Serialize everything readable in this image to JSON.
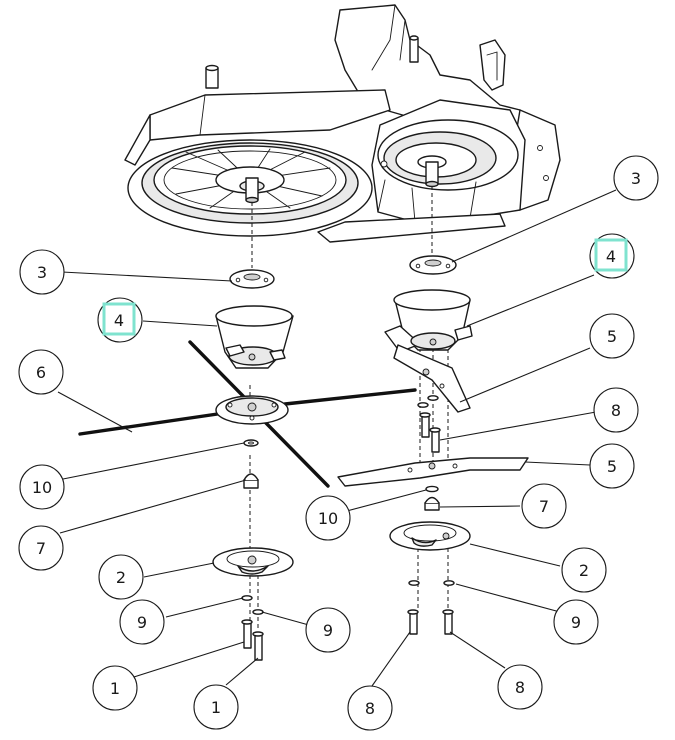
{
  "callouts": [
    {
      "label": "1"
    },
    {
      "label": "1"
    },
    {
      "label": "2"
    },
    {
      "label": "2"
    },
    {
      "label": "3"
    },
    {
      "label": "3"
    },
    {
      "label": "4",
      "highlighted": true
    },
    {
      "label": "4",
      "highlighted": true
    },
    {
      "label": "5"
    },
    {
      "label": "5"
    },
    {
      "label": "6"
    },
    {
      "label": "7"
    },
    {
      "label": "7"
    },
    {
      "label": "8"
    },
    {
      "label": "8"
    },
    {
      "label": "8"
    },
    {
      "label": "9"
    },
    {
      "label": "9"
    },
    {
      "label": "9"
    },
    {
      "label": "10"
    },
    {
      "label": "10"
    }
  ],
  "colors": {
    "line": "#1a1a1a",
    "highlight": "#7fe3cf",
    "background": "#ffffff"
  }
}
